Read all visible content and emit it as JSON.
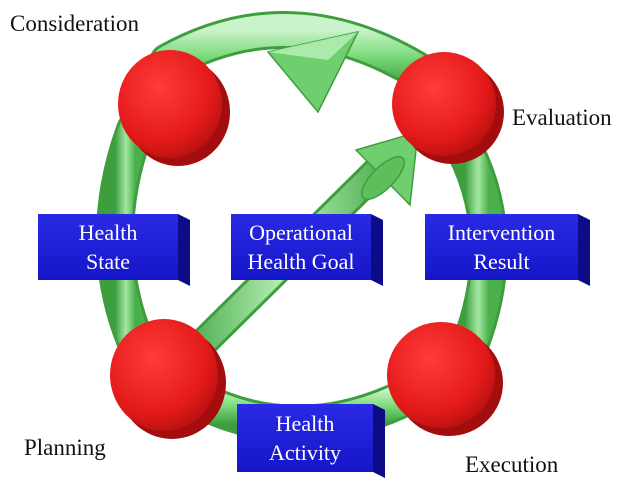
{
  "colors": {
    "ring": "#7fdc7f",
    "ring_dark": "#3e9e3e",
    "node": "#e41a1a",
    "node_dark": "#a30d0d",
    "box": "#1d1ddb",
    "box_dark": "#0c0c86",
    "box_text": "#ffffff",
    "label_text": "#111111"
  },
  "stages": {
    "consideration": "Consideration",
    "evaluation": "Evaluation",
    "planning": "Planning",
    "execution": "Execution"
  },
  "boxes": {
    "health_state": {
      "line1": "Health",
      "line2": "State"
    },
    "operational_goal": {
      "line1": "Operational",
      "line2": "Health Goal"
    },
    "intervention_result": {
      "line1": "Intervention",
      "line2": "Result"
    },
    "health_activity": {
      "line1": "Health",
      "line2": "Activity"
    }
  }
}
